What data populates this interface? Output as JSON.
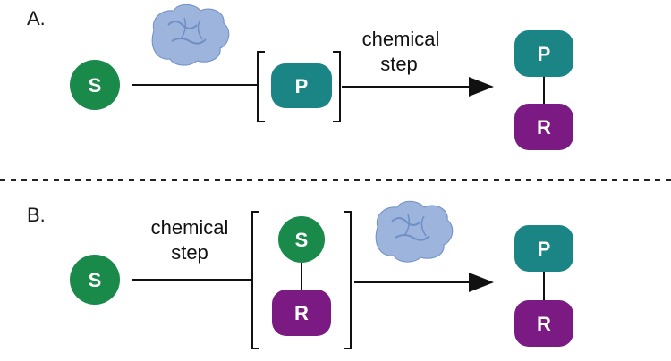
{
  "colors": {
    "substrate": "#1a8a4a",
    "product": "#1b8585",
    "reagent": "#7a1a82",
    "enzyme": "#9db4dc",
    "enzyme_stroke": "#6f8fc7",
    "line": "#111111"
  },
  "icons": {
    "enzyme": "enzyme-protein-icon"
  },
  "panel_a": {
    "label": "A.",
    "substrate": "S",
    "intermediate": "P",
    "step_line1": "chemical",
    "step_line2": "step",
    "product_top": "P",
    "product_bottom": "R"
  },
  "panel_b": {
    "label": "B.",
    "substrate": "S",
    "step_line1": "chemical",
    "step_line2": "step",
    "intermediate_top": "S",
    "intermediate_bottom": "R",
    "product_top": "P",
    "product_bottom": "R"
  }
}
